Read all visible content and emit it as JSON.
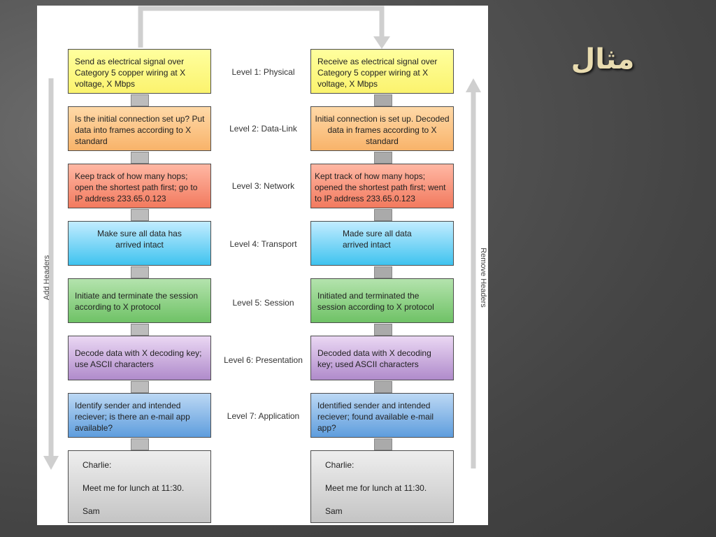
{
  "slide": {
    "title": "مثال"
  },
  "diagram": {
    "add_headers": "Add Headers",
    "remove_headers": "Remove Headers",
    "levels": [
      {
        "label": "Level 1: Physical",
        "color": "#fbf36e",
        "sender": "Send as electrical signal over Category 5 copper wiring at X voltage, X Mbps",
        "receiver": "Receive as electrical signal over Category 5 copper wiring at X voltage, X Mbps"
      },
      {
        "label": "Level 2: Data-Link",
        "color": "#f8b36a",
        "sender": "Is the initial connection set up? Put data into frames according to X standard",
        "receiver": "Initial connection is set up. Decoded data in frames according to X standard"
      },
      {
        "label": "Level 3: Network",
        "color": "#f27a5e",
        "sender": "Keep track of how many hops; open the shortest path first; go to IP address 233.65.0.123",
        "receiver": "Kept track of how many hops; opened the shortest path first; went to IP address 233.65.0.123"
      },
      {
        "label": "Level 4: Transport",
        "color": "#3fc3ef",
        "sender": "Make sure all data has arrived intact",
        "receiver": "Made sure all data arrived intact"
      },
      {
        "label": "Level 5: Session",
        "color": "#6fc266",
        "sender": "Initiate and terminate the session according to X protocol",
        "receiver": "Initiated and terminated the session according to X protocol"
      },
      {
        "label": "Level 6: Presentation",
        "color": "#b08bcb",
        "sender": "Decode data with X decoding key; use ASCII characters",
        "receiver": "Decoded data with X decoding key; used ASCII characters"
      },
      {
        "label": "Level 7: Application",
        "color": "#5e9ddd",
        "sender": "Identify sender and intended reciever; is there an e-mail app available?",
        "receiver": "Identified sender and intended reciever; found available e-mail app?"
      }
    ],
    "message": {
      "greeting": "Charlie:",
      "body": "Meet me for lunch at 11:30.",
      "signature": "Sam"
    }
  }
}
